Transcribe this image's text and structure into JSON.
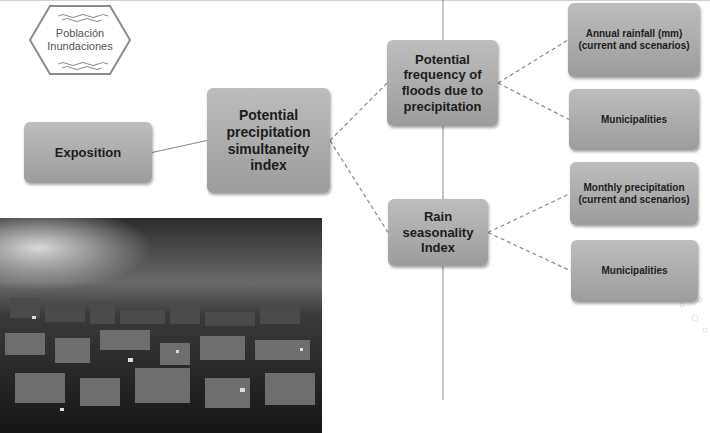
{
  "diagram": {
    "nodes": [
      {
        "text": [
          "Población Inundaciones"
        ]
      },
      {
        "text": [
          "Exposition"
        ]
      },
      {
        "text": [
          "Potential precipitation simultaneity index"
        ]
      },
      {
        "text": [
          "Potential frequency of floods due to precipitation"
        ]
      },
      {
        "text": [
          "Annual rainfall (mm) (current and scenarios)"
        ]
      },
      {
        "text": [
          "Municipalities"
        ]
      },
      {
        "text": [
          "Rain seasonality Index"
        ]
      },
      {
        "text": [
          "Monthly precipitation (current and scenarios)"
        ]
      },
      {
        "text": [
          "Municipalities"
        ]
      }
    ],
    "edges": [
      {
        "from": 1,
        "to": 2,
        "arrow": "none"
      },
      {
        "from": 2,
        "to": 3,
        "arrow": "none"
      },
      {
        "from": 2,
        "to": 6,
        "arrow": "none"
      },
      {
        "from": 3,
        "to": 4,
        "arrow": "none"
      },
      {
        "from": 3,
        "to": 5,
        "arrow": "none"
      },
      {
        "from": 6,
        "to": 7,
        "arrow": "none"
      },
      {
        "from": 6,
        "to": 8,
        "arrow": "none"
      }
    ]
  }
}
